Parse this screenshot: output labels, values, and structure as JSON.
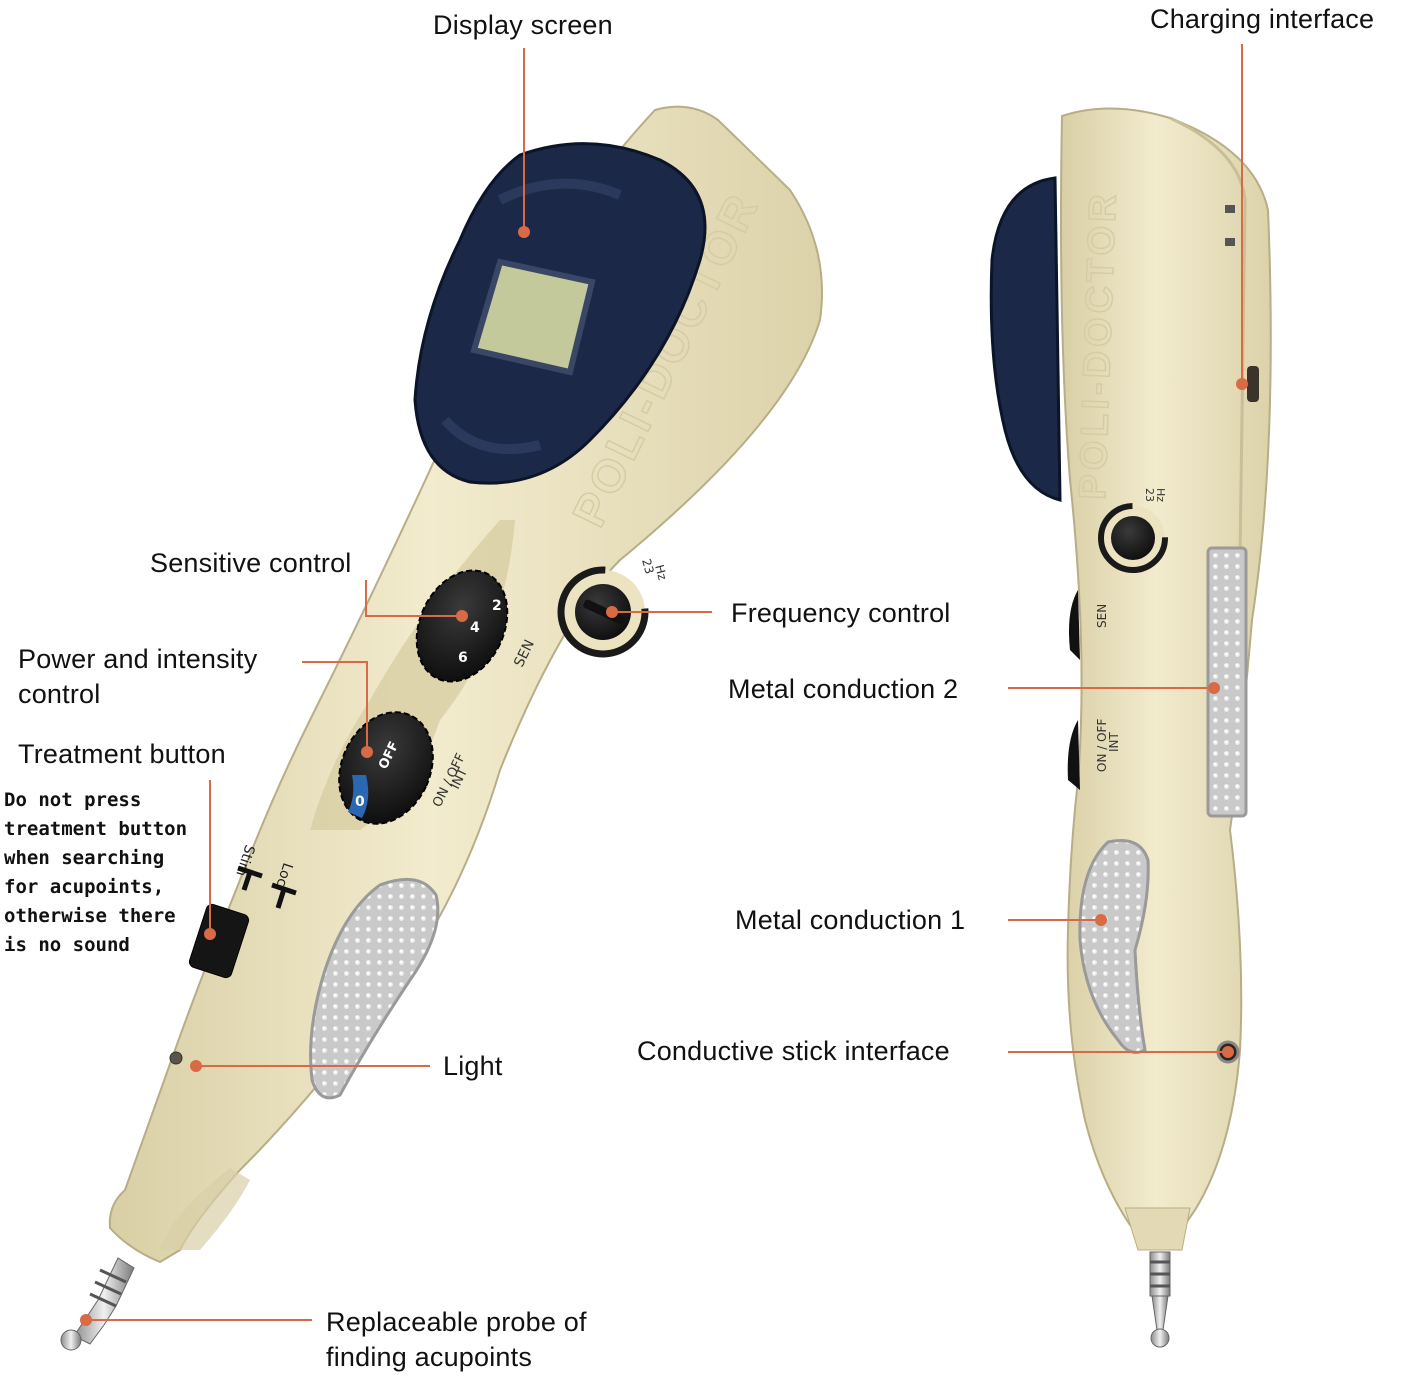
{
  "labels": {
    "display_screen": "Display screen",
    "charging_interface": "Charging interface",
    "sensitive_control": "Sensitive control",
    "power_intensity_line1": "Power and intensity",
    "power_intensity_line2": "control",
    "treatment_button": "Treatment button",
    "frequency_control": "Frequency control",
    "metal_conduction_2": "Metal conduction 2",
    "metal_conduction_1": "Metal conduction 1",
    "conductive_stick_interface": "Conductive stick interface",
    "light": "Light",
    "probe_line1": "Replaceable probe of",
    "probe_line2": "finding acupoints"
  },
  "note_lines": [
    "Do not press",
    "treatment button",
    "when searching",
    "for acupoints,",
    "otherwise there",
    "is no sound"
  ],
  "device_markings": {
    "brand": "POLI-DOCTOR",
    "freq_top": "23",
    "freq_unit": "Hz",
    "sen": "SEN",
    "dial_digits": [
      "2",
      "4",
      "6"
    ],
    "power_on_off": "ON / OFF",
    "power_int": "INT",
    "off": "OFF",
    "zero": "0",
    "stim": "Stim",
    "loc": "Loc"
  },
  "colors": {
    "callout": "#d86a45",
    "body": "#ece4c0",
    "display_housing": "#1f2c4a",
    "lcd": "#c6cc9c",
    "metal_pad": "#c4c4c4"
  }
}
